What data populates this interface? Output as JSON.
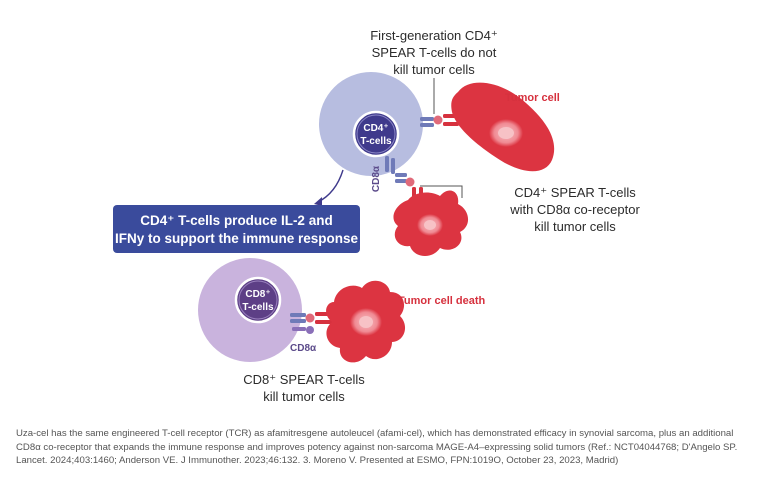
{
  "colors": {
    "cd4_cell": "#b7bde0",
    "cd4_nucleus": "#3f3a8c",
    "cd8_cell": "#c9b3dd",
    "cd8_nucleus": "#5d3f86",
    "tumor": "#dc3441",
    "banner": "#3a4b9c",
    "label_red": "#d6313e"
  },
  "labels": {
    "first_gen_line1": "First-generation CD4⁺",
    "first_gen_line2": "SPEAR T-cells do not",
    "first_gen_line3": "kill tumor cells",
    "tumor_cell": "Tumor cell",
    "cd4_cell_line1": "CD4⁺",
    "cd4_cell_line2": "T-cells",
    "cd8a_upper": "CD8α",
    "cd4_spear_line1": "CD4⁺ SPEAR T-cells",
    "cd4_spear_line2": "with CD8α co-receptor",
    "cd4_spear_line3": "kill tumor cells",
    "banner_line1": "CD4⁺ T-cells produce IL-2 and",
    "banner_line2": "IFNy to support the immune response",
    "cd8_cell_line1": "CD8⁺",
    "cd8_cell_line2": "T-cells",
    "tumor_cell_death": "Tumor cell death",
    "cd8a_lower": "CD8α",
    "cd8_spear_line1": "CD8⁺ SPEAR T-cells",
    "cd8_spear_line2": "kill tumor cells"
  },
  "caption": "Uza-cel has the same engineered T-cell receptor (TCR) as afamitresgene autoleucel (afami-cel), which has demonstrated efficacy in synovial sarcoma, plus an additional CD8α co-receptor that expands the immune response and improves potency against non-sarcoma MAGE-A4–expressing solid tumors (Ref.: NCT04044768; D'Angelo SP. Lancet. 2024;403:1460; Anderson VE. J Immunother. 2023;46:132. 3. Moreno V. Presented at ESMO, FPN:1019O, October 23, 2023, Madrid)"
}
